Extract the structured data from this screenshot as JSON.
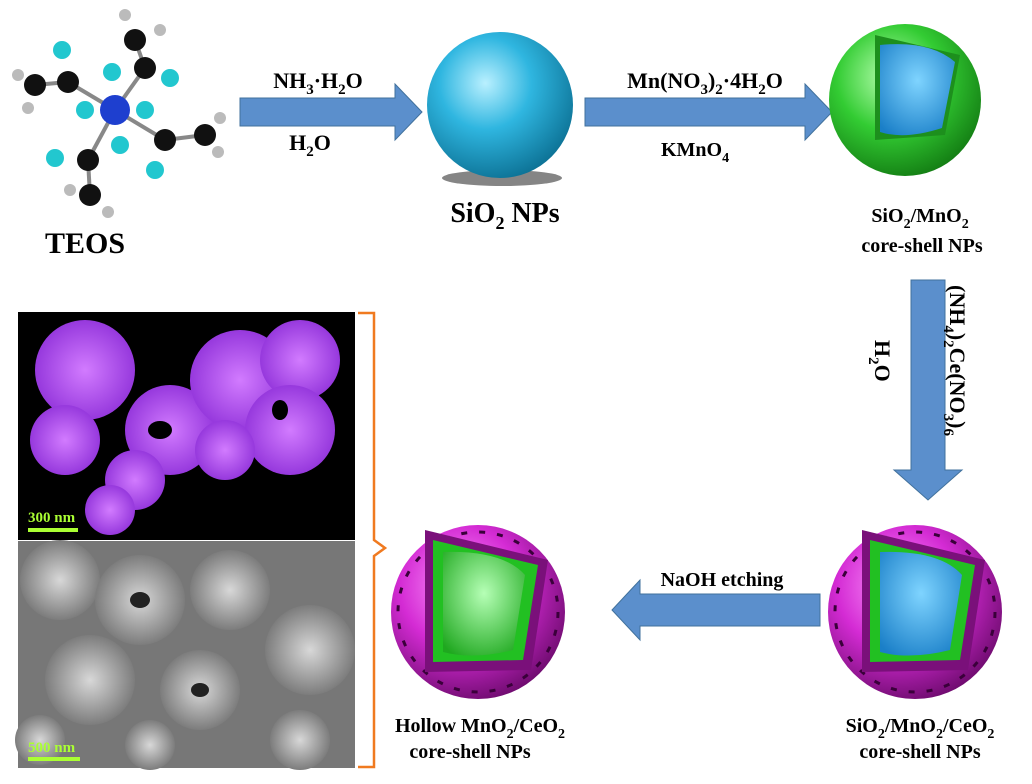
{
  "teos_label": "TEOS",
  "step1": {
    "top": [
      "NH",
      "3",
      "·H",
      "2",
      "O"
    ],
    "bottom": [
      "H",
      "2",
      "O"
    ]
  },
  "sio2_label": [
    "SiO",
    "2",
    " NPs"
  ],
  "step2": {
    "top": [
      "Mn(NO",
      "3",
      ")",
      "2",
      "·4H",
      "2",
      "O"
    ],
    "bottom": [
      "KMnO",
      "4"
    ]
  },
  "core_shell_label": {
    "line1": [
      "SiO",
      "2",
      "/MnO",
      "2"
    ],
    "line2": "core-shell NPs"
  },
  "step3": {
    "right": [
      "(NH",
      "4",
      ")",
      "2",
      "Ce(NO",
      "3",
      ")",
      "6"
    ],
    "left": [
      "H",
      "2",
      "O"
    ]
  },
  "triple_label": {
    "line1": [
      "SiO",
      "2",
      "/MnO",
      "2",
      "/CeO",
      "2"
    ],
    "line2": "core-shell NPs"
  },
  "step4": {
    "label": "NaOH etching"
  },
  "hollow_label": {
    "line1": [
      "Hollow  MnO",
      "2",
      "/CeO",
      "2"
    ],
    "line2": "core-shell NPs"
  },
  "sem": {
    "top_scale": "300 nm",
    "bottom_scale": "500 nm"
  },
  "colors": {
    "arrow": "#5b8fcc",
    "silica": "#2fb6e0",
    "mno2": "#33cc33",
    "ceo2": "#cc22cc",
    "bracket": "#f07a20",
    "scale": "#aaff33"
  }
}
